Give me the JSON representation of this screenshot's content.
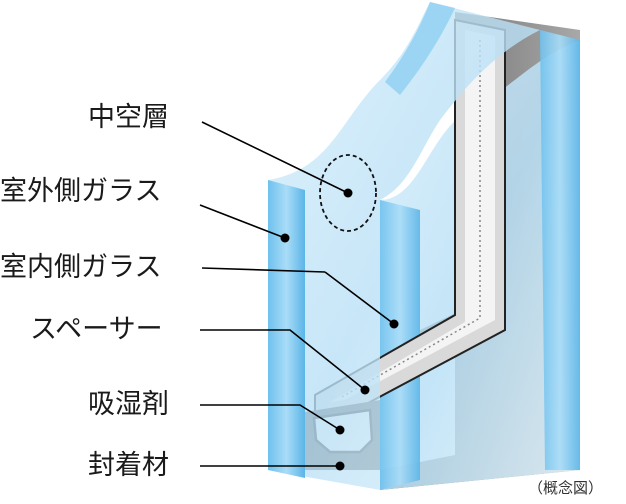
{
  "labels": {
    "hollow_layer": "中空層",
    "outer_glass": "室外側ガラス",
    "inner_glass": "室内側ガラス",
    "spacer": "スペーサー",
    "desiccant": "吸湿剤",
    "sealant": "封着材"
  },
  "note": "（概念図）",
  "colors": {
    "glass_face": "#9fd3f0",
    "glass_edge": "#4aa8e0",
    "frame_dark": "#6e6e6e",
    "frame_light": "#bdbdbd",
    "spacer_fill": "#f2f2f2",
    "leader": "#000000"
  }
}
